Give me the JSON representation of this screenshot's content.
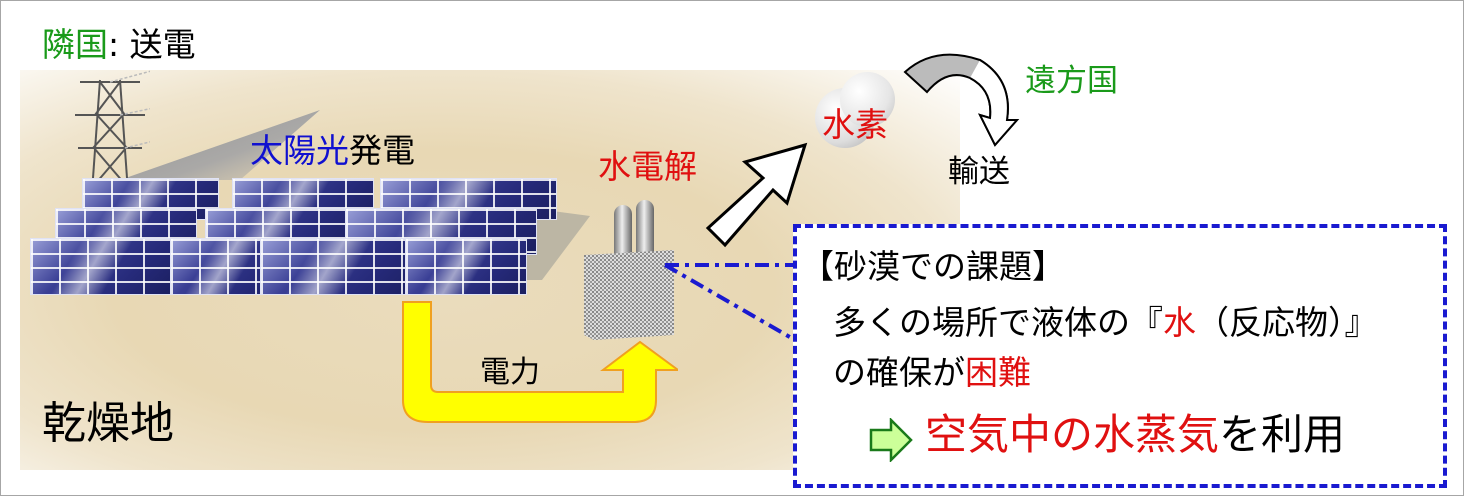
{
  "labels": {
    "neighbor_country": "隣国",
    "colon_power_transmission": ": 送電",
    "solar_blue": "太陽光",
    "solar_black": "発電",
    "electrolysis": "水電解",
    "hydrogen": "水素",
    "distant_country": "遠方国",
    "transport": "輸送",
    "electric_power": "電力",
    "arid_land": "乾燥地"
  },
  "challenge_box": {
    "title": "【砂漠での課題】",
    "line1_pre": "多くの場所で液体の『",
    "line1_red": "水",
    "line1_post": "（反応物）』",
    "line2_pre": "の確保が",
    "line2_red": "困難",
    "solution_red": "空気中の水蒸気",
    "solution_black": "を利用"
  },
  "colors": {
    "green_label": "#1a9a1a",
    "blue_label": "#1010d0",
    "red_label": "#e01010",
    "dash_border": "#1a1ad0",
    "power_arrow": "#ffff00",
    "power_arrow_edge": "#f0a020",
    "solution_arrow_fill": "#ccff99",
    "solution_arrow_edge": "#1a7a1a"
  }
}
